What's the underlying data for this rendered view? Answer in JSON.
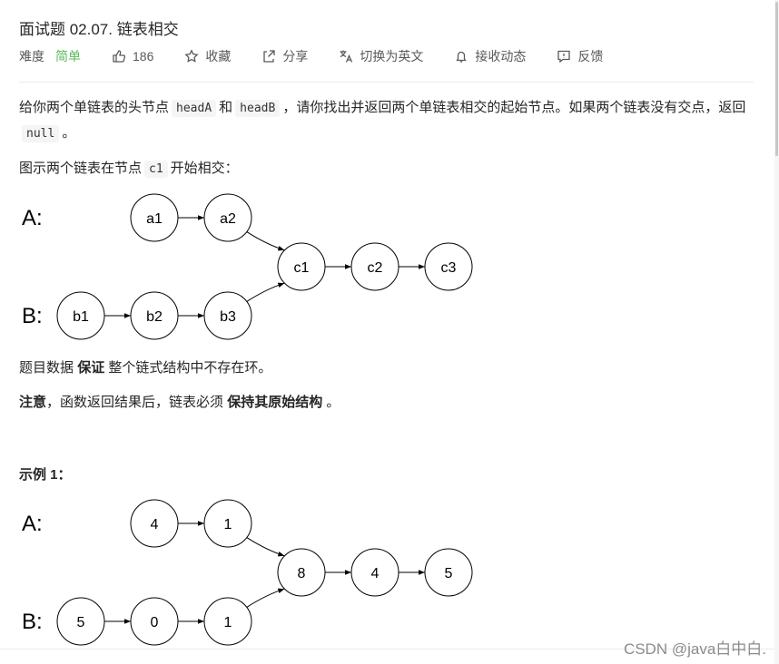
{
  "problem": {
    "title": "面试题 02.07. 链表相交",
    "difficulty_label": "难度",
    "difficulty_value": "简单",
    "likes": "186",
    "favorite_label": "收藏",
    "share_label": "分享",
    "switch_lang_label": "切换为英文",
    "subscribe_label": "接收动态",
    "feedback_label": "反馈"
  },
  "description": {
    "p1_a": "给你两个单链表的头节点",
    "p1_code1": "headA",
    "p1_b": "和",
    "p1_code2": "headB",
    "p1_c": "，请你找出并返回两个单链表相交的起始节点。如果两个链表没有交点，返回",
    "p1_code3": "null",
    "p1_d": "。",
    "p2_a": "图示两个链表在节点",
    "p2_code": "c1",
    "p2_b": "开始相交：",
    "p3_a": "题目数据",
    "p3_bold": "保证",
    "p3_b": "整个链式结构中不存在环。",
    "p4_bold1": "注意",
    "p4_a": "，函数返回结果后，链表必须",
    "p4_bold2": "保持其原始结构",
    "p4_b": "。",
    "example_title": "示例 1："
  },
  "diagram1": {
    "label_a": "A:",
    "label_b": "B:",
    "a_nodes": [
      "a1",
      "a2"
    ],
    "b_nodes": [
      "b1",
      "b2",
      "b3"
    ],
    "common_nodes": [
      "c1",
      "c2",
      "c3"
    ]
  },
  "diagram2": {
    "label_a": "A:",
    "label_b": "B:",
    "a_nodes": [
      "4",
      "1"
    ],
    "b_nodes": [
      "5",
      "0",
      "1"
    ],
    "common_nodes": [
      "8",
      "4",
      "5"
    ]
  },
  "watermark": "CSDN @java白中白."
}
